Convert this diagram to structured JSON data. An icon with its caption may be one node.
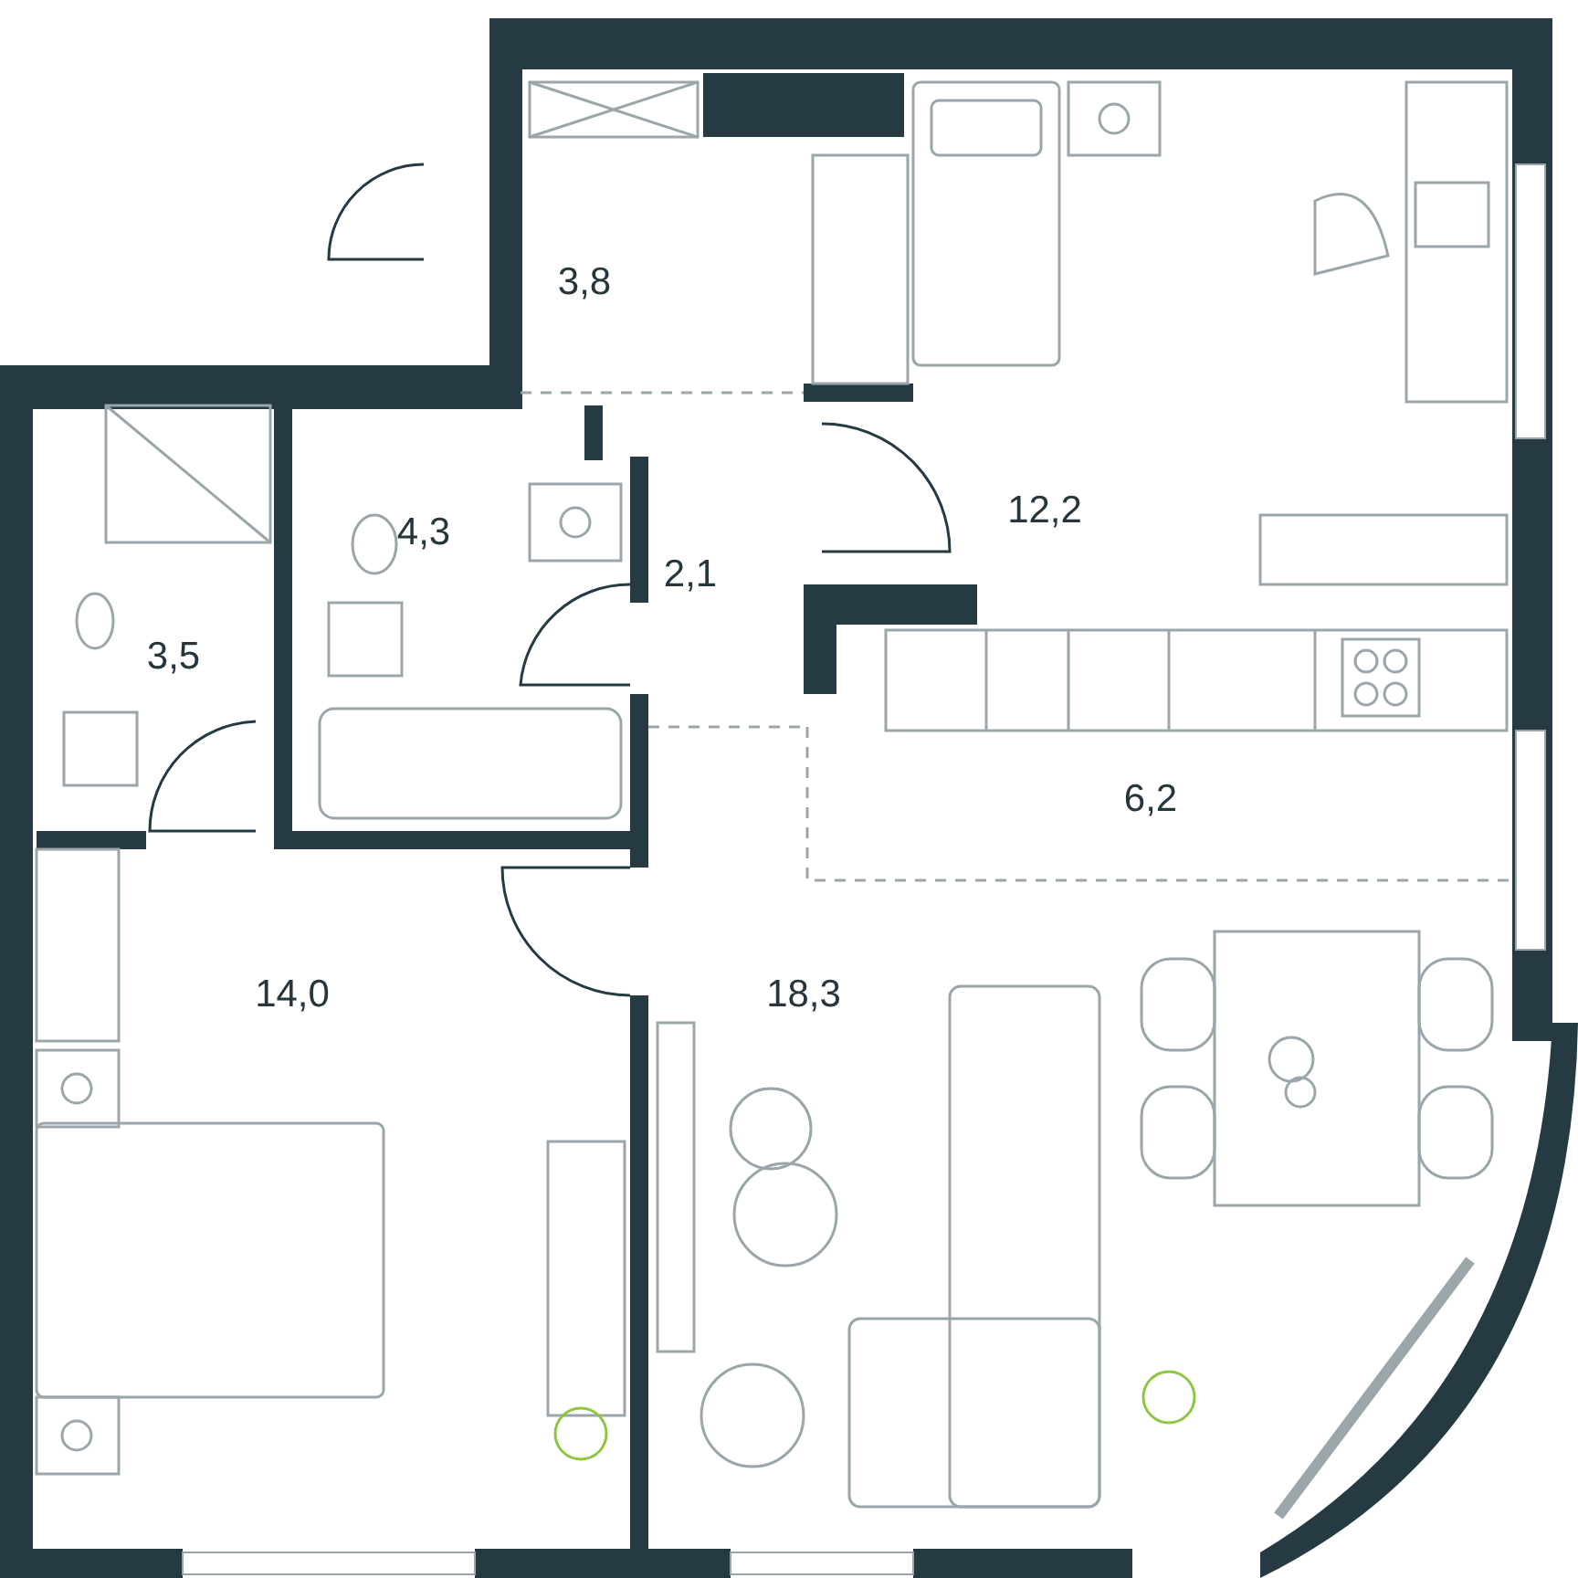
{
  "diagram": {
    "labels": [
      "3,8",
      "12,2",
      "4,3",
      "2,1",
      "3,5",
      "6,2",
      "14,0",
      "18,3"
    ]
  }
}
